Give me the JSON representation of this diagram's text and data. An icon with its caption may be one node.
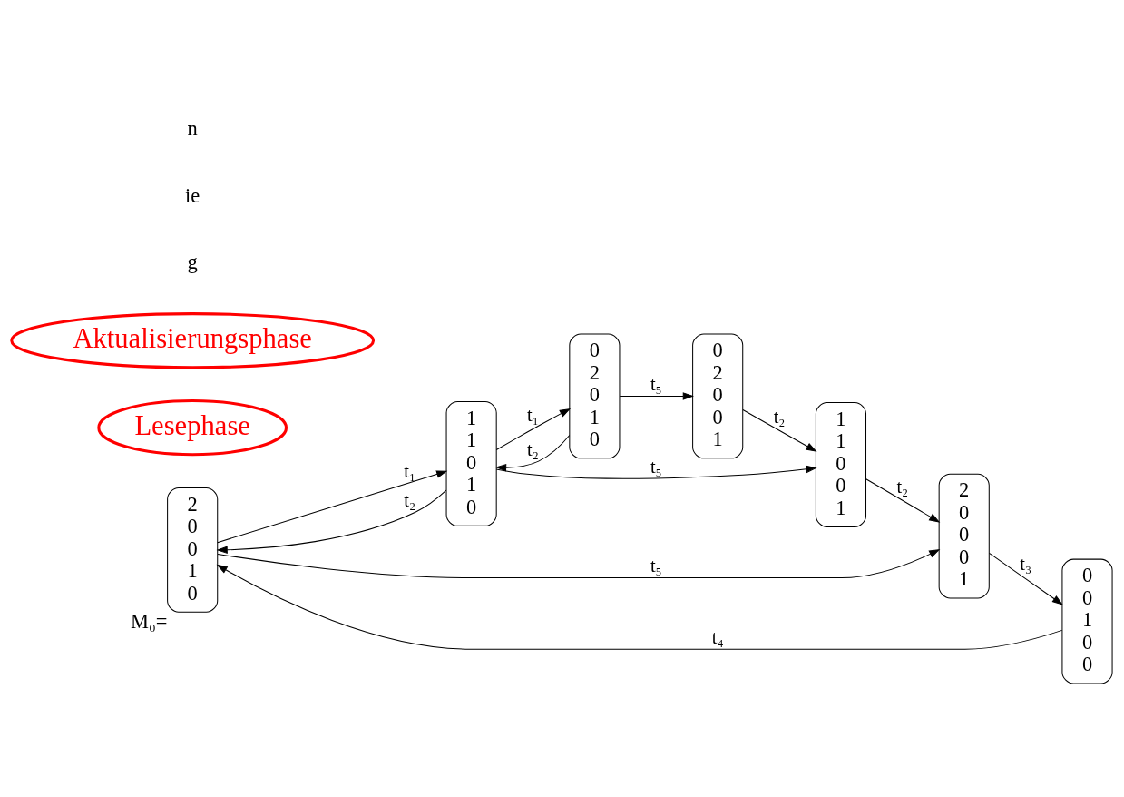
{
  "diagram": {
    "nodes": [
      {
        "text": [
          "2 0 0 1 0"
        ],
        "beside": [
          "M₀="
        ]
      },
      {
        "text": [
          "1 1 0 1 0"
        ]
      },
      {
        "text": [
          "0 2 0 1 0"
        ]
      },
      {
        "text": [
          "2 0 0 0 1"
        ]
      },
      {
        "text": [
          "1 1 0 0 1"
        ]
      },
      {
        "text": [
          "0 2 0 0 1"
        ]
      },
      {
        "text": [
          "0 0 1 0 0"
        ]
      },
      {
        "text": [
          "Lesephase"
        ]
      },
      {
        "text": [
          "Aktualisierungsphase"
        ]
      }
    ],
    "edges": [
      {
        "from": 0,
        "to": 1,
        "arrow": "to",
        "label": "t₁"
      },
      {
        "from": 1,
        "to": 0,
        "arrow": "to",
        "label": "t₂"
      },
      {
        "from": 1,
        "to": 2,
        "arrow": "to",
        "label": "t₁"
      },
      {
        "from": 2,
        "to": 1,
        "arrow": "to",
        "label": "t₂"
      },
      {
        "from": 0,
        "to": 3,
        "arrow": "to",
        "label": "t₅"
      },
      {
        "from": 1,
        "to": 4,
        "arrow": "to",
        "label": "t₅"
      },
      {
        "from": 2,
        "to": 5,
        "arrow": "to",
        "label": "t₅"
      },
      {
        "from": 5,
        "to": 4,
        "arrow": "to",
        "label": "t₂"
      },
      {
        "from": 4,
        "to": 3,
        "arrow": "to",
        "label": "t₂"
      },
      {
        "from": 3,
        "to": 6,
        "arrow": "to",
        "label": "t₃"
      },
      {
        "from": 6,
        "to": 0,
        "arrow": "to",
        "label": "t₄"
      }
    ],
    "labels": [
      "g",
      "ie",
      "n"
    ]
  }
}
